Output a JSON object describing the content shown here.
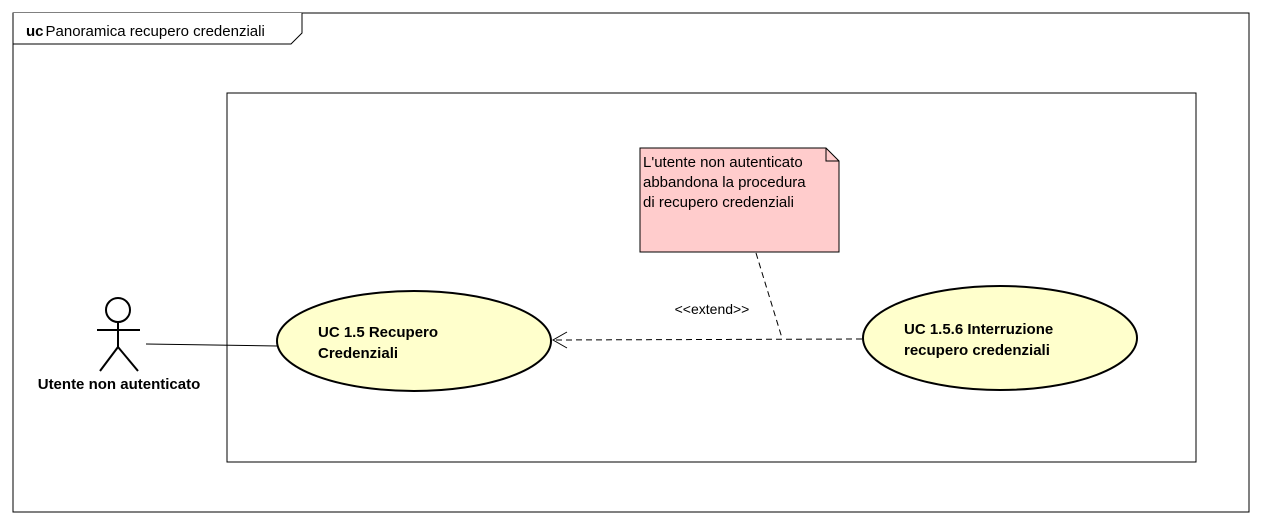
{
  "frame": {
    "keyword": "uc",
    "title": "Panoramica recupero credenziali"
  },
  "actor": {
    "name": "Utente non autenticato",
    "fill_color": "#ffffff"
  },
  "use_cases": [
    {
      "id": "uc-1-5",
      "line1": "UC 1.5 Recupero",
      "line2": "Credenziali",
      "fill_color": "#ffffcc"
    },
    {
      "id": "uc-1-5-6",
      "line1": "UC 1.5.6 Interruzione",
      "line2": "recupero credenziali",
      "fill_color": "#ffffcc"
    }
  ],
  "relationship": {
    "stereotype": "<<extend>>"
  },
  "note": {
    "line1": "L'utente non autenticato",
    "line2": "abbandona la procedura",
    "line3": "di recupero credenziali",
    "fill_color": "#ffcccc"
  }
}
